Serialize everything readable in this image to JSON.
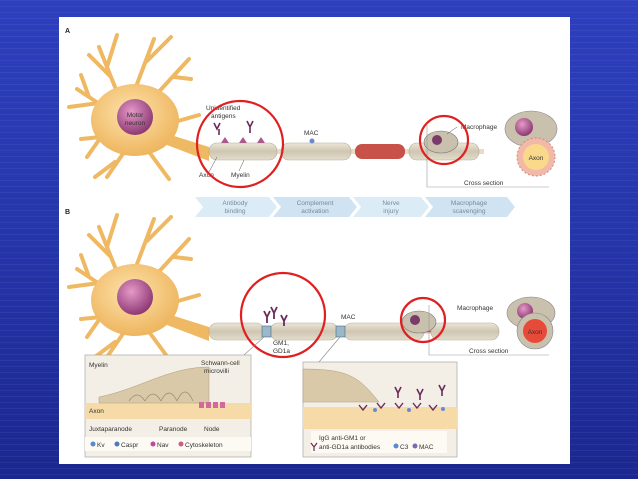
{
  "panel_a": {
    "letter": "A",
    "motor_neuron": [
      "Motor",
      "neuron"
    ],
    "unidentified_antigens": [
      "Unidentified",
      "antigens"
    ],
    "mac": "MAC",
    "macrophage": "Macrophage",
    "axon": "Axon",
    "myelin": "Myelin",
    "axon_cross": "Axon",
    "cross_section": "Cross section"
  },
  "stages": [
    [
      "Antibody",
      "binding"
    ],
    [
      "Complement",
      "activation"
    ],
    [
      "Nerve",
      "injury"
    ],
    [
      "Macrophage",
      "scavenging"
    ]
  ],
  "panel_b": {
    "letter": "B",
    "mac": "MAC",
    "gm1": [
      "GM1,",
      "GD1a"
    ],
    "macrophage": "Macrophage",
    "axon_cross": "Axon",
    "cross_section": "Cross section"
  },
  "inset_left": {
    "myelin": "Myelin",
    "schwann": [
      "Schwann-cell",
      "microvilli"
    ],
    "axon": "Axon",
    "juxtaparanode": "Juxtaparanode",
    "paranode": "Paranode",
    "node": "Node",
    "legend": [
      "Kv",
      "Caspr",
      "Nav",
      "Cytoskeleton"
    ]
  },
  "inset_right": {
    "legend_line1": "IgG anti-GM1 or",
    "legend_line2": "anti-GD1a antibodies",
    "c3": "C3",
    "mac": "MAC"
  },
  "colors": {
    "background": "#2434a8",
    "neuron": "#f6c877",
    "nucleus": "#a04a86",
    "highlight_circle": "#e02020",
    "myelin": "#d8d0bf",
    "injury": "#c8524a",
    "stage_arrow": "#dcecf7"
  }
}
